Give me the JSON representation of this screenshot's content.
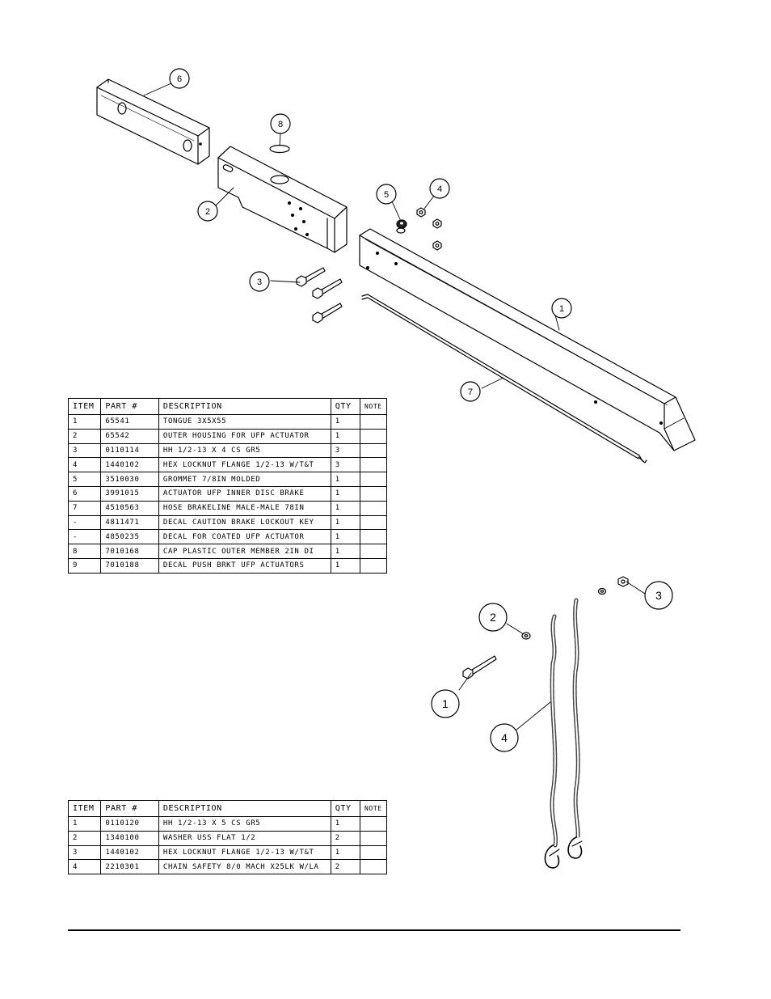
{
  "tables": [
    {
      "headers": [
        "ITEM",
        "PART #",
        "DESCRIPTION",
        "QTY",
        "NOTE"
      ],
      "rows": [
        [
          "1",
          "65541",
          "TONGUE 3X5X55",
          "1",
          ""
        ],
        [
          "2",
          "65542",
          "OUTER HOUSING FOR UFP ACTUATOR",
          "1",
          ""
        ],
        [
          "3",
          "0110114",
          "HH 1/2-13 X 4 CS GR5",
          "3",
          ""
        ],
        [
          "4",
          "1440102",
          "HEX LOCKNUT FLANGE 1/2-13 W/T&T",
          "3",
          ""
        ],
        [
          "5",
          "3510030",
          "GROMMET  7/8IN MOLDED",
          "1",
          ""
        ],
        [
          "6",
          "3991015",
          "ACTUATOR UFP INNER  DISC BRAKE",
          "1",
          ""
        ],
        [
          "7",
          "4510563",
          "HOSE BRAKELINE MALE-MALE 78IN",
          "1",
          ""
        ],
        [
          "-",
          "4811471",
          "DECAL CAUTION BRAKE LOCKOUT KEY",
          "1",
          ""
        ],
        [
          "-",
          "4850235",
          "DECAL FOR COATED UFP ACTUATOR",
          "1",
          ""
        ],
        [
          "8",
          "7010168",
          "CAP  PLASTIC OUTER MEMBER 2IN DI",
          "1",
          ""
        ],
        [
          "9",
          "7010188",
          "DECAL PUSH BRKT UFP ACTUATORS",
          "1",
          ""
        ]
      ]
    },
    {
      "headers": [
        "ITEM",
        "PART #",
        "DESCRIPTION",
        "QTY",
        "NOTE"
      ],
      "rows": [
        [
          "1",
          "0110120",
          "HH 1/2-13 X 5 CS GR5",
          "1",
          ""
        ],
        [
          "2",
          "1340100",
          "WASHER USS FLAT 1/2",
          "2",
          ""
        ],
        [
          "3",
          "1440102",
          "HEX LOCKNUT FLANGE 1/2-13 W/T&T",
          "1",
          ""
        ],
        [
          "4",
          "2210301",
          "CHAIN SAFETY 8/0 MACH X25LK W/LA",
          "2",
          ""
        ]
      ]
    }
  ],
  "callouts_top": [
    "6",
    "8",
    "2",
    "5",
    "4",
    "3",
    "1",
    "7"
  ],
  "callouts_bottom": [
    "2",
    "3",
    "1",
    "4"
  ]
}
